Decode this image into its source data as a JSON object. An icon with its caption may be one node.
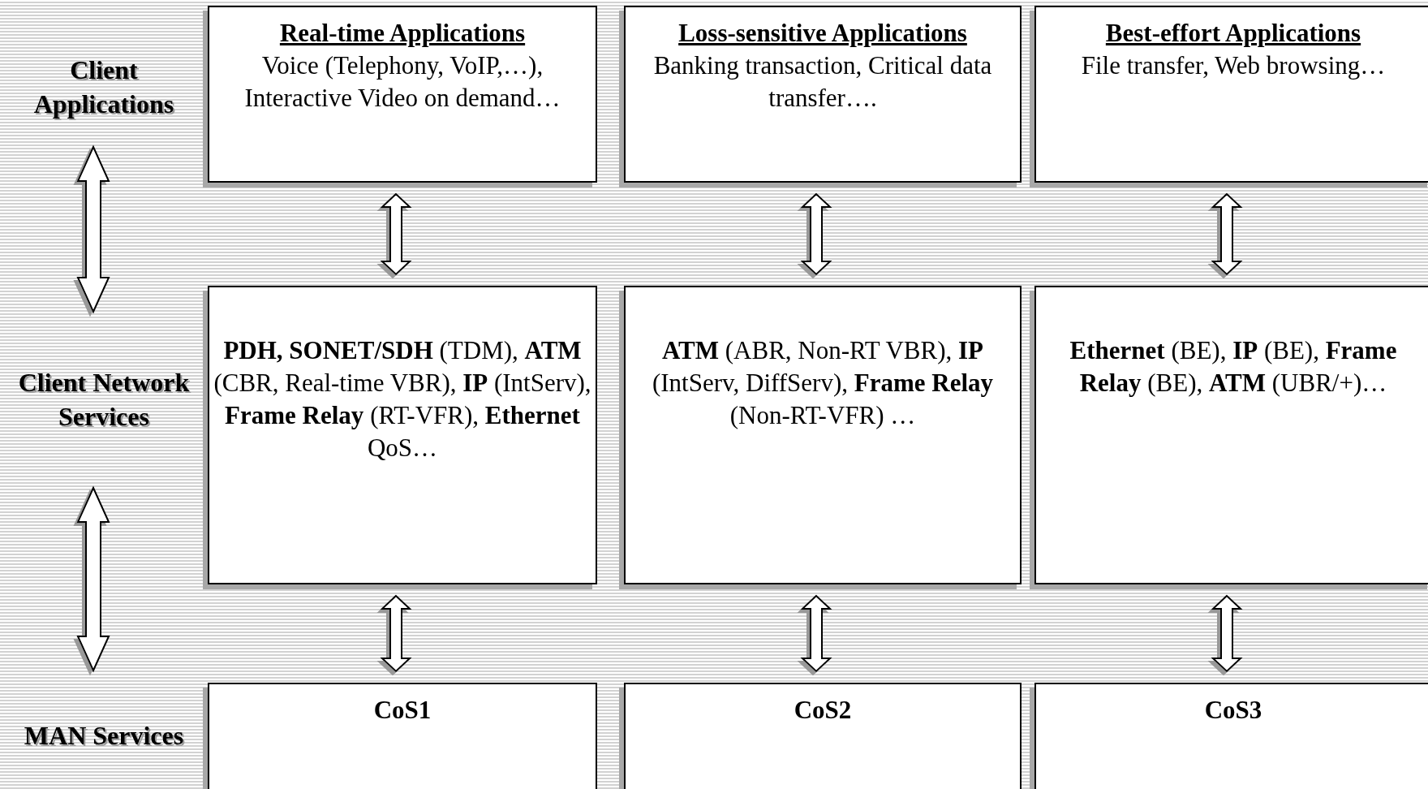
{
  "diagram": {
    "nodes": [
      {
        "text": [
          "Client Applications"
        ]
      },
      {
        "text": [
          "Client Network Services"
        ]
      },
      {
        "text": [
          "MAN Services"
        ]
      },
      {
        "text": [
          "Real-time Applications",
          "Voice (Telephony, VoIP,…), Interactive Video on demand…"
        ]
      },
      {
        "text": [
          "Loss-sensitive Applications",
          "Banking transaction, Critical data transfer…."
        ]
      },
      {
        "text": [
          "Best-effort Applications",
          "File transfer, Web browsing…"
        ]
      },
      {
        "text": [
          "**PDH, SONET/SDH** (TDM), **ATM** (CBR, Real-time VBR), **IP** (IntServ), **Frame Relay** (RT-VFR), **Ethernet** QoS…"
        ]
      },
      {
        "text": [
          "**ATM** (ABR, Non-RT VBR), **IP** (IntServ, DiffServ), **Frame Relay** (Non-RT-VFR) …"
        ]
      },
      {
        "text": [
          "**Ethernet** (BE), **IP** (BE), **Frame Relay** (BE), **ATM** (UBR/+)…"
        ]
      },
      {
        "text": [
          "CoS1"
        ]
      },
      {
        "text": [
          "CoS2"
        ]
      },
      {
        "text": [
          "CoS3"
        ]
      }
    ],
    "edges": [
      {
        "from": 0,
        "to": 1,
        "arrow": "both"
      },
      {
        "from": 1,
        "to": 2,
        "arrow": "both"
      },
      {
        "from": 3,
        "to": 6,
        "arrow": "both"
      },
      {
        "from": 4,
        "to": 7,
        "arrow": "both"
      },
      {
        "from": 5,
        "to": 8,
        "arrow": "both"
      },
      {
        "from": 6,
        "to": 9,
        "arrow": "both"
      },
      {
        "from": 7,
        "to": 10,
        "arrow": "both"
      },
      {
        "from": 8,
        "to": 11,
        "arrow": "both"
      }
    ]
  }
}
